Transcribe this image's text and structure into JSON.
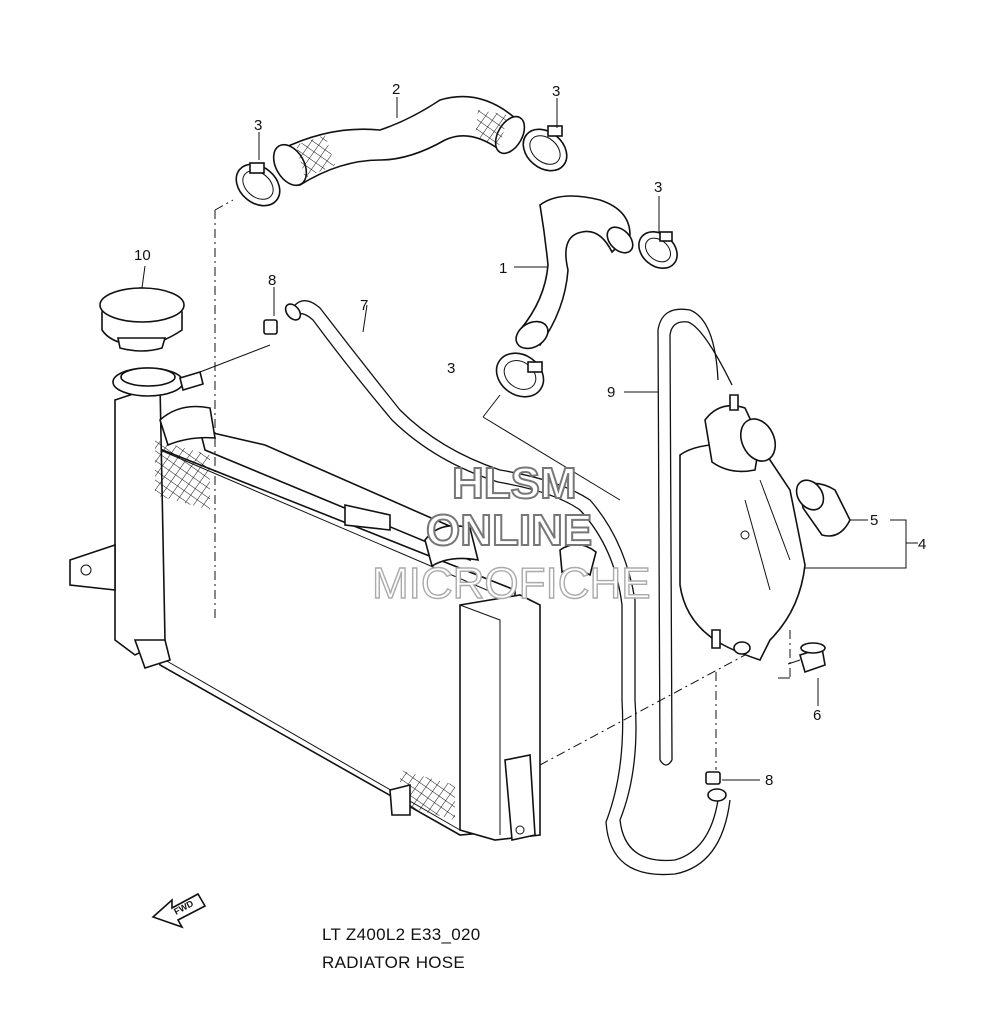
{
  "callouts": {
    "c1": "1",
    "c2": "2",
    "c3a": "3",
    "c3b": "3",
    "c3c": "3",
    "c3d": "3",
    "c4": "4",
    "c5": "5",
    "c6": "6",
    "c7": "7",
    "c8a": "8",
    "c8b": "8",
    "c9": "9",
    "c10": "10"
  },
  "watermark": {
    "line1": "HLSM",
    "line2": "ONLINE",
    "line3": "MICROFICHE"
  },
  "fwd_label": "FWD",
  "caption": {
    "code": "LT Z400L2 E33_020",
    "title": "RADIATOR HOSE"
  }
}
